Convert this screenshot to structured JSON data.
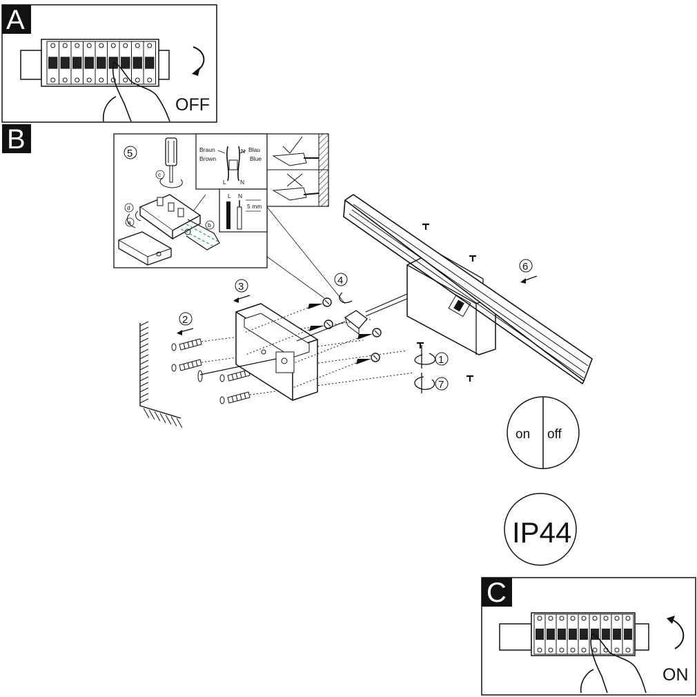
{
  "panel_a": {
    "letter": "A",
    "caption": "OFF"
  },
  "panel_b": {
    "letter": "B"
  },
  "panel_c": {
    "letter": "C",
    "caption": "ON"
  },
  "wiring": {
    "brown_de": "Braun",
    "brown_en": "Brown",
    "blue_de": "Blau",
    "blue_en": "Blue",
    "neutral": "N",
    "live": "L",
    "strip_length": "5 mm"
  },
  "substeps": [
    "a",
    "b",
    "c",
    "d"
  ],
  "steps": [
    "1",
    "2",
    "3",
    "4",
    "5",
    "6",
    "7"
  ],
  "switch_badge": {
    "on": "on",
    "off": "off"
  },
  "ip_rating": "IP44"
}
